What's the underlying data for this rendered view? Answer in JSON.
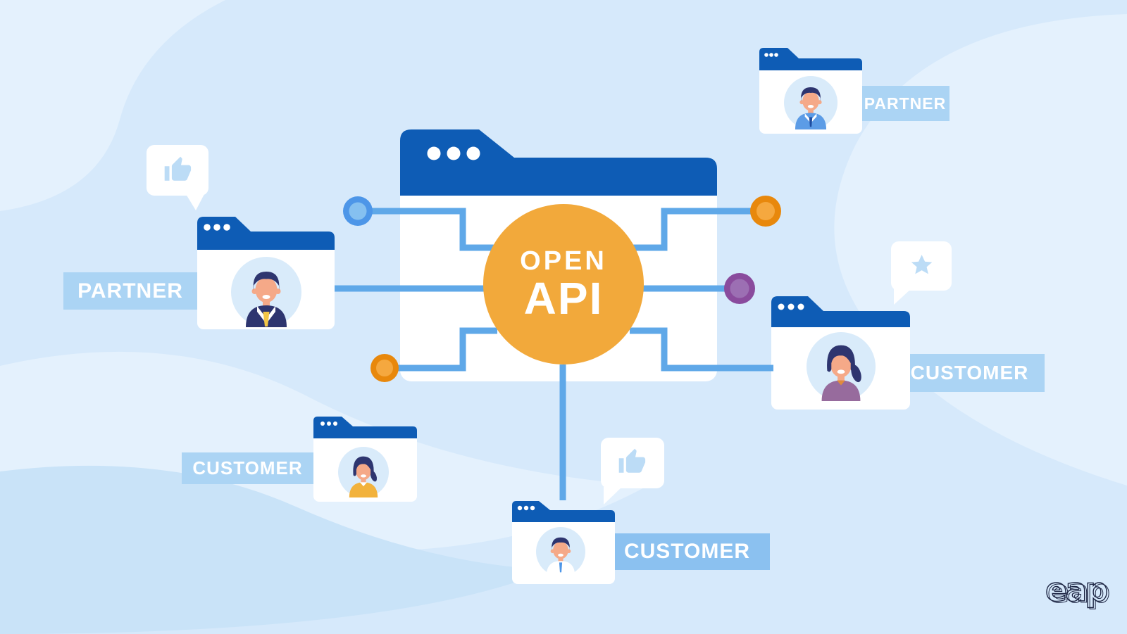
{
  "central": {
    "line1": "OPEN",
    "line2": "API"
  },
  "labels": {
    "partner_top_right": "PARTNER",
    "partner_left": "PARTNER",
    "customer_right": "CUSTOMER",
    "customer_bottom_left": "CUSTOMER",
    "customer_bottom_center": "CUSTOMER"
  },
  "logo": {
    "text": "eap"
  },
  "icons": {
    "thumbs_up": "thumbs-up-icon",
    "star": "star-icon",
    "window_dots": "window-dots"
  },
  "palette": {
    "bg_base": "#d6e9fb",
    "bg_light": "#e4f1fd",
    "bg_deep": "#c9e3f8",
    "header_blue": "#0e5cb5",
    "window_white": "#ffffff",
    "connector": "#5fa8e8",
    "banner_light": "#abd4f4",
    "banner_medium": "#8bc1f0",
    "circle_orange": "#f2a93b",
    "dot_blue_outer": "#4d96e8",
    "dot_blue_inner": "#85c0f0",
    "dot_orange_outer": "#e8880c",
    "dot_orange_inner": "#f5a83f",
    "dot_purple_outer": "#8a4b9d",
    "dot_purple_inner": "#9c6fb3",
    "avatar_bg": "#d9ebfa",
    "skin": "#f5a988",
    "hair_navy": "#2e356f",
    "shirt_blue": "#5c9ce6",
    "tie_navy": "#1f4da0",
    "suit_navy": "#2e356f",
    "tie_yellow": "#f3c646",
    "blouse_purple": "#976b9d",
    "blouse_yellow": "#f2b23c",
    "tie_blue": "#4d96e8",
    "collar_orange": "#e08b3c",
    "bubble_icon_blue": "#bcdcf6",
    "logo_navy": "#1c2442"
  }
}
